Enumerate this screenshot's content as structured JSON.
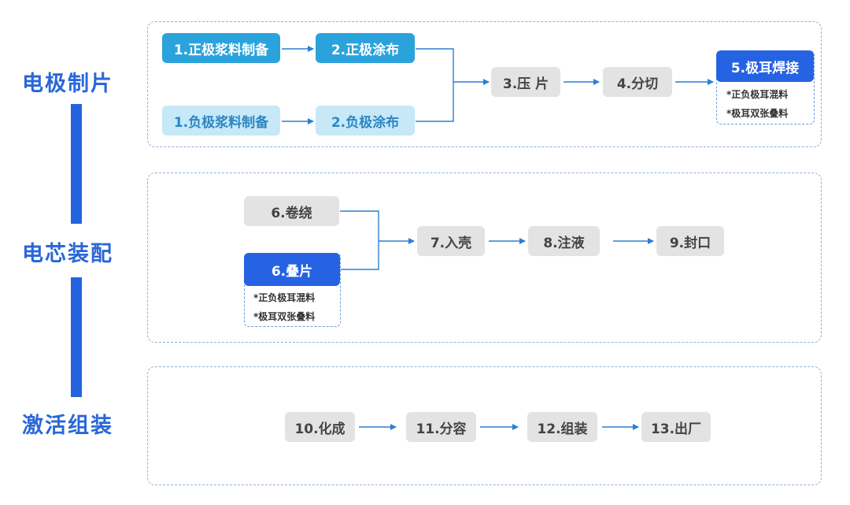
{
  "stages": {
    "electrode": "电极制片",
    "cell": "电芯装配",
    "activation": "激活组装"
  },
  "electrode": {
    "pos_slurry": "1.正极浆料制备",
    "pos_coating": "2.正极涂布",
    "neg_slurry": "1.负极浆料制备",
    "neg_coating": "2.负极涂布",
    "pressing": "3.压 片",
    "slitting": "4.分切",
    "tab_welding": "5.极耳焊接",
    "tab_note_1": "*正负极耳混料",
    "tab_note_2": "*极耳双张叠料"
  },
  "cell": {
    "winding": "6.卷绕",
    "stacking": "6.叠片",
    "stack_note_1": "*正负极耳混料",
    "stack_note_2": "*极耳双张叠料",
    "casing": "7.入壳",
    "filling": "8.注液",
    "sealing": "9.封口"
  },
  "activation": {
    "formation": "10.化成",
    "grading": "11.分容",
    "assembly": "12.组装",
    "shipping": "13.出厂"
  },
  "colors": {
    "stage_text": "#2a67d8",
    "bar": "#2463e0",
    "positive": "#2aa3dc",
    "negative": "#c6e8f7",
    "process": "#e3e3e3",
    "highlight": "#2563e3",
    "arrow": "#2b7fd4"
  }
}
